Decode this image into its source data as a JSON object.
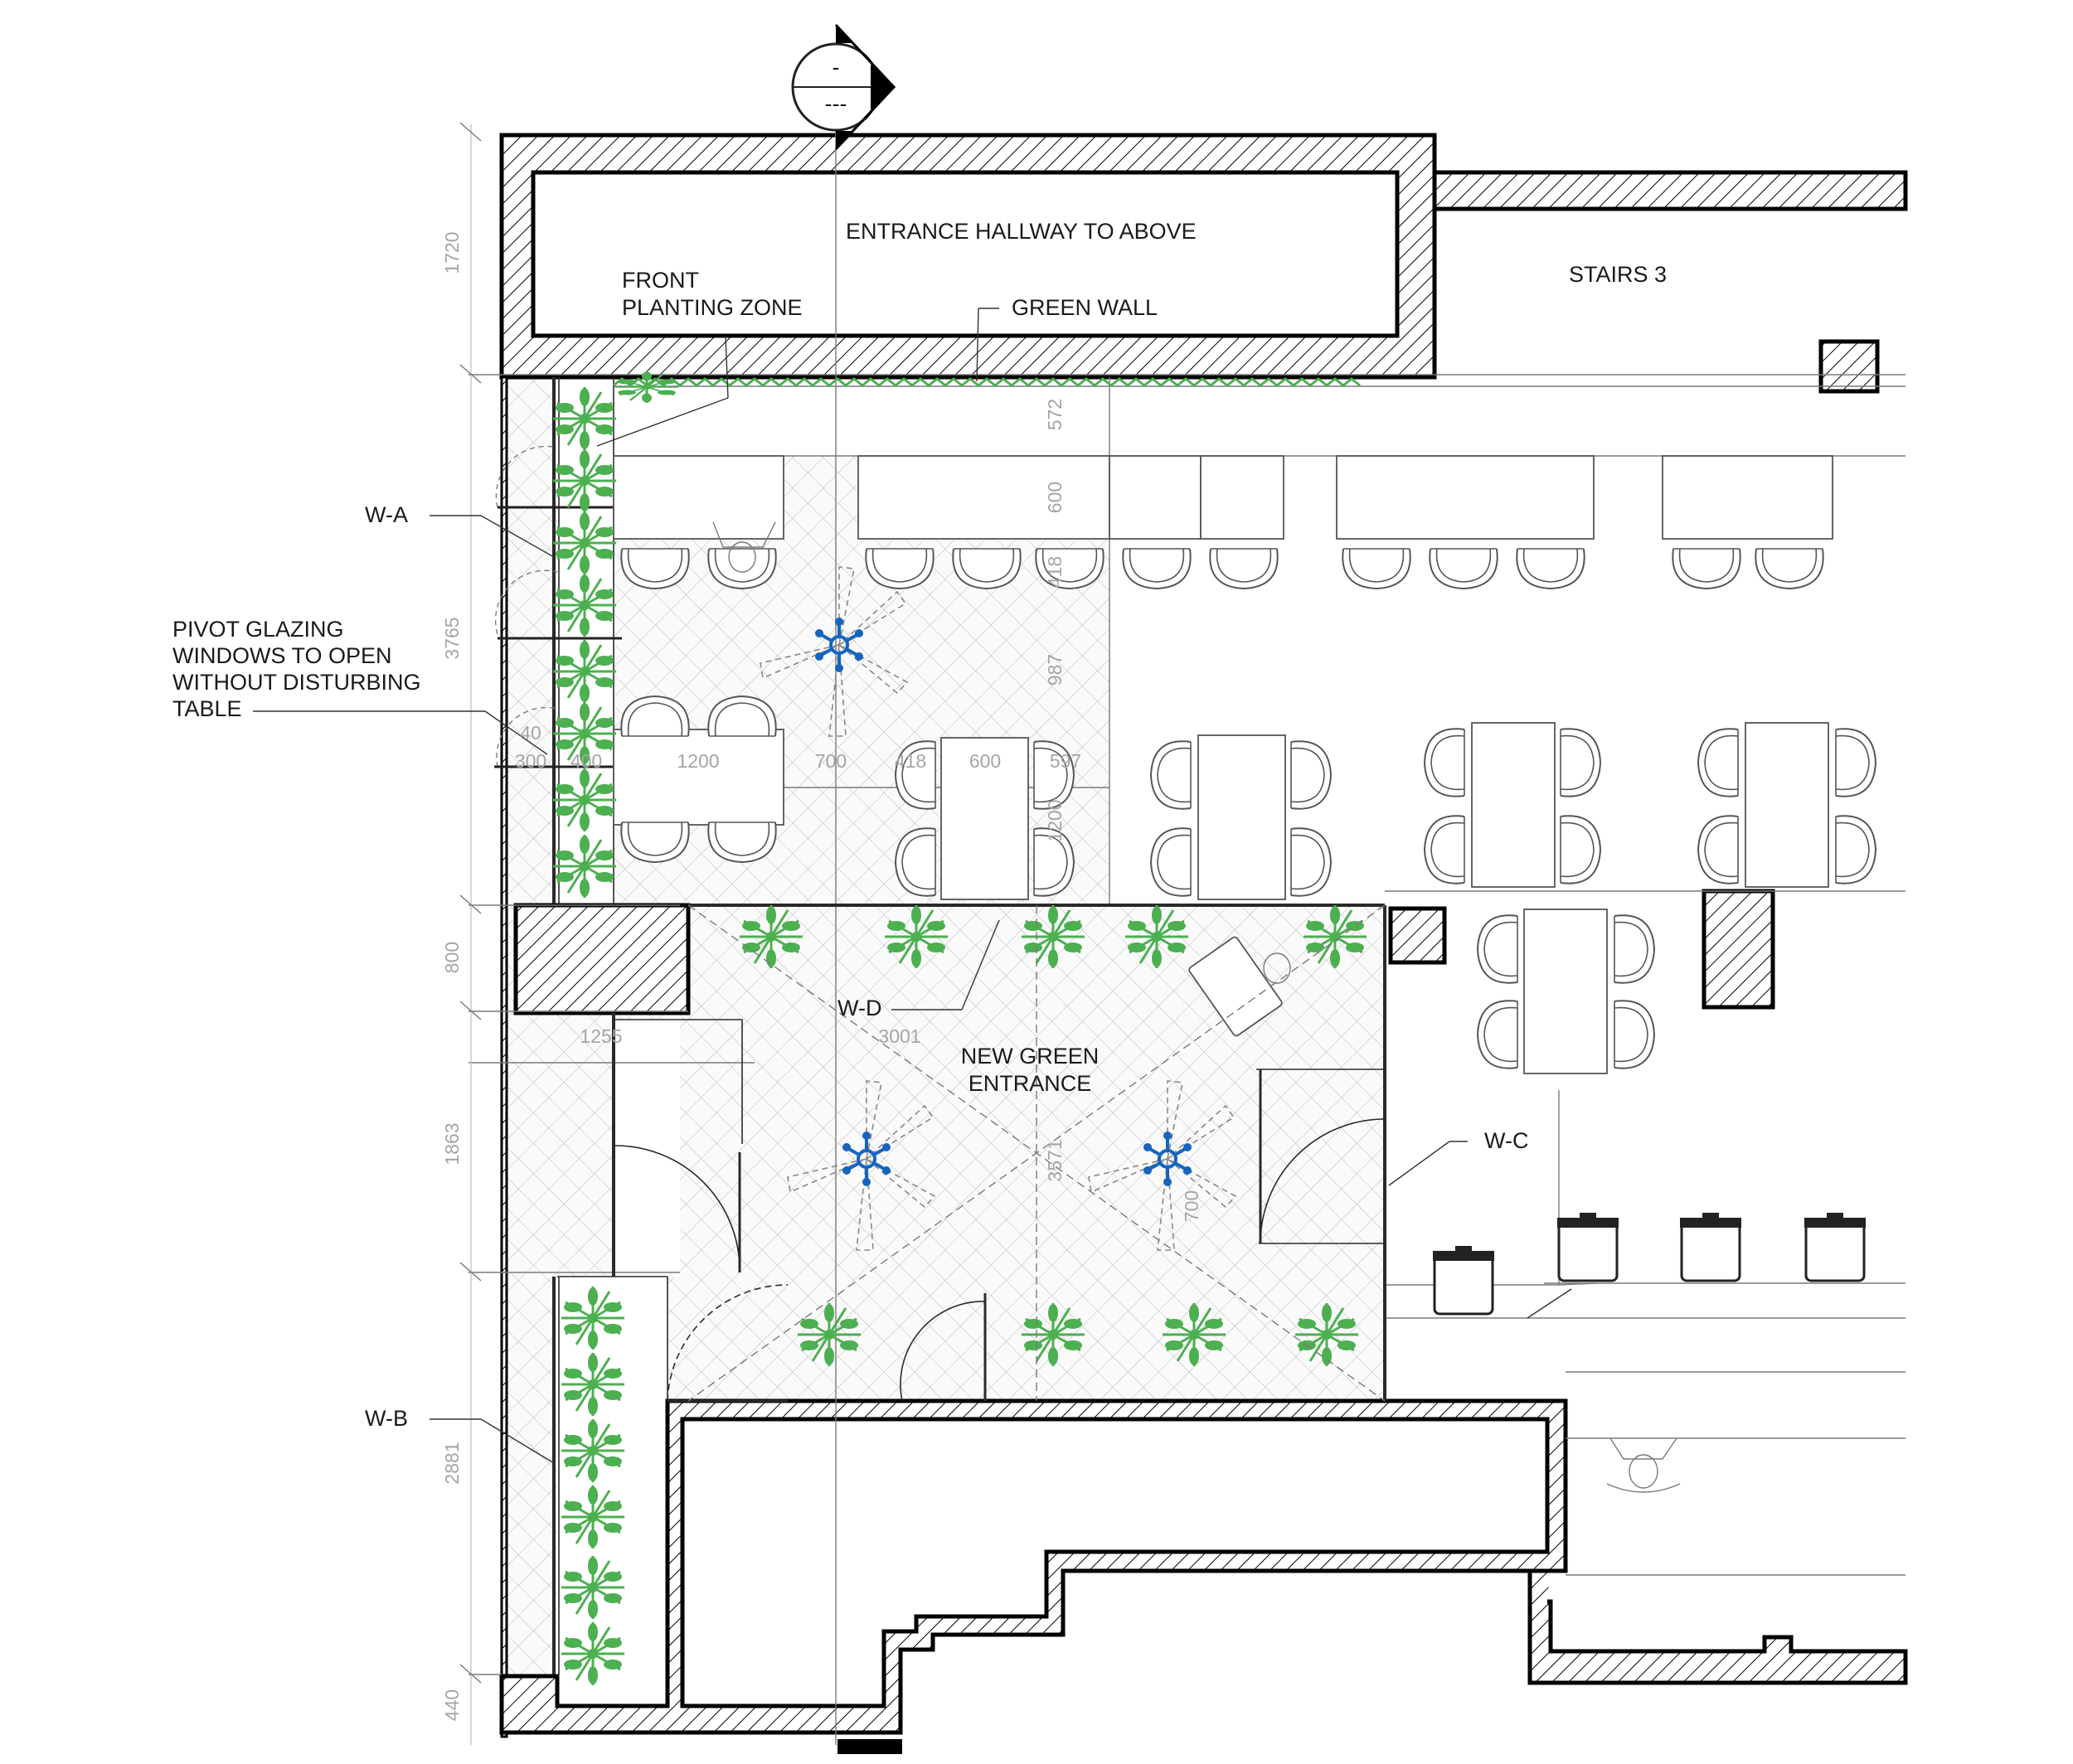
{
  "section_marker": {
    "top": "-",
    "bottom": "---"
  },
  "labels": {
    "entrance_hallway": "ENTRANCE  HALLWAY TO ABOVE",
    "stairs": "STAIRS 3",
    "front_planting_1": "FRONT",
    "front_planting_2": "PLANTING ZONE",
    "green_wall": "GREEN WALL",
    "wa": "W-A",
    "wb": "W-B",
    "wc": "W-C",
    "wd": "W-D",
    "pivot_1": "PIVOT GLAZING",
    "pivot_2": "WINDOWS TO OPEN",
    "pivot_3": "WITHOUT DISTURBING",
    "pivot_4": "TABLE",
    "new_green_1": "NEW GREEN",
    "new_green_2": "ENTRANCE"
  },
  "dimensions": {
    "d1720": "1720",
    "d3765": "3765",
    "d800": "800",
    "d1863": "1863",
    "d2881": "2881",
    "d440": "440",
    "d572": "572",
    "d600v": "600",
    "d418v": "418",
    "d987": "987",
    "d40": "40",
    "d300": "300",
    "d400": "400",
    "d1200h": "1200",
    "d700h": "700",
    "d418h": "418",
    "d600h": "600",
    "d597": "597",
    "d1200v": "1200",
    "d1255": "1255",
    "d3001": "3001",
    "d3571": "3571",
    "d700v": "700"
  },
  "colors": {
    "plant": "#4caf50",
    "fan": "#1565c0",
    "wall_line": "#000000"
  },
  "icons": [
    "plant-icon",
    "ceiling-fan-icon",
    "chair-icon",
    "bin-icon",
    "person-icon",
    "section-marker-icon"
  ]
}
